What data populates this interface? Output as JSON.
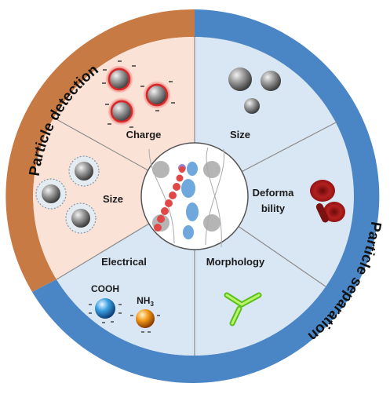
{
  "ring": {
    "detection_title": "Particle detection",
    "separation_title": "Particle separation",
    "detection_color": "#c87a44",
    "separation_color": "#4a86c5"
  },
  "segments": {
    "charge": "Charge",
    "size_detection": "Size",
    "electrical": "Electrical",
    "size_separation": "Size",
    "deformability_line1": "Deforma",
    "deformability_line2": "bility",
    "morphology": "Morphology"
  },
  "electrical": {
    "cooh": "COOH",
    "nh3_base": "NH",
    "nh3_sub": "3"
  },
  "colors": {
    "detection_fill": "#fbe2d6",
    "separation_fill": "#d9e6f3",
    "rbc": "#b01e1e",
    "bacteria": "#7ed321"
  }
}
